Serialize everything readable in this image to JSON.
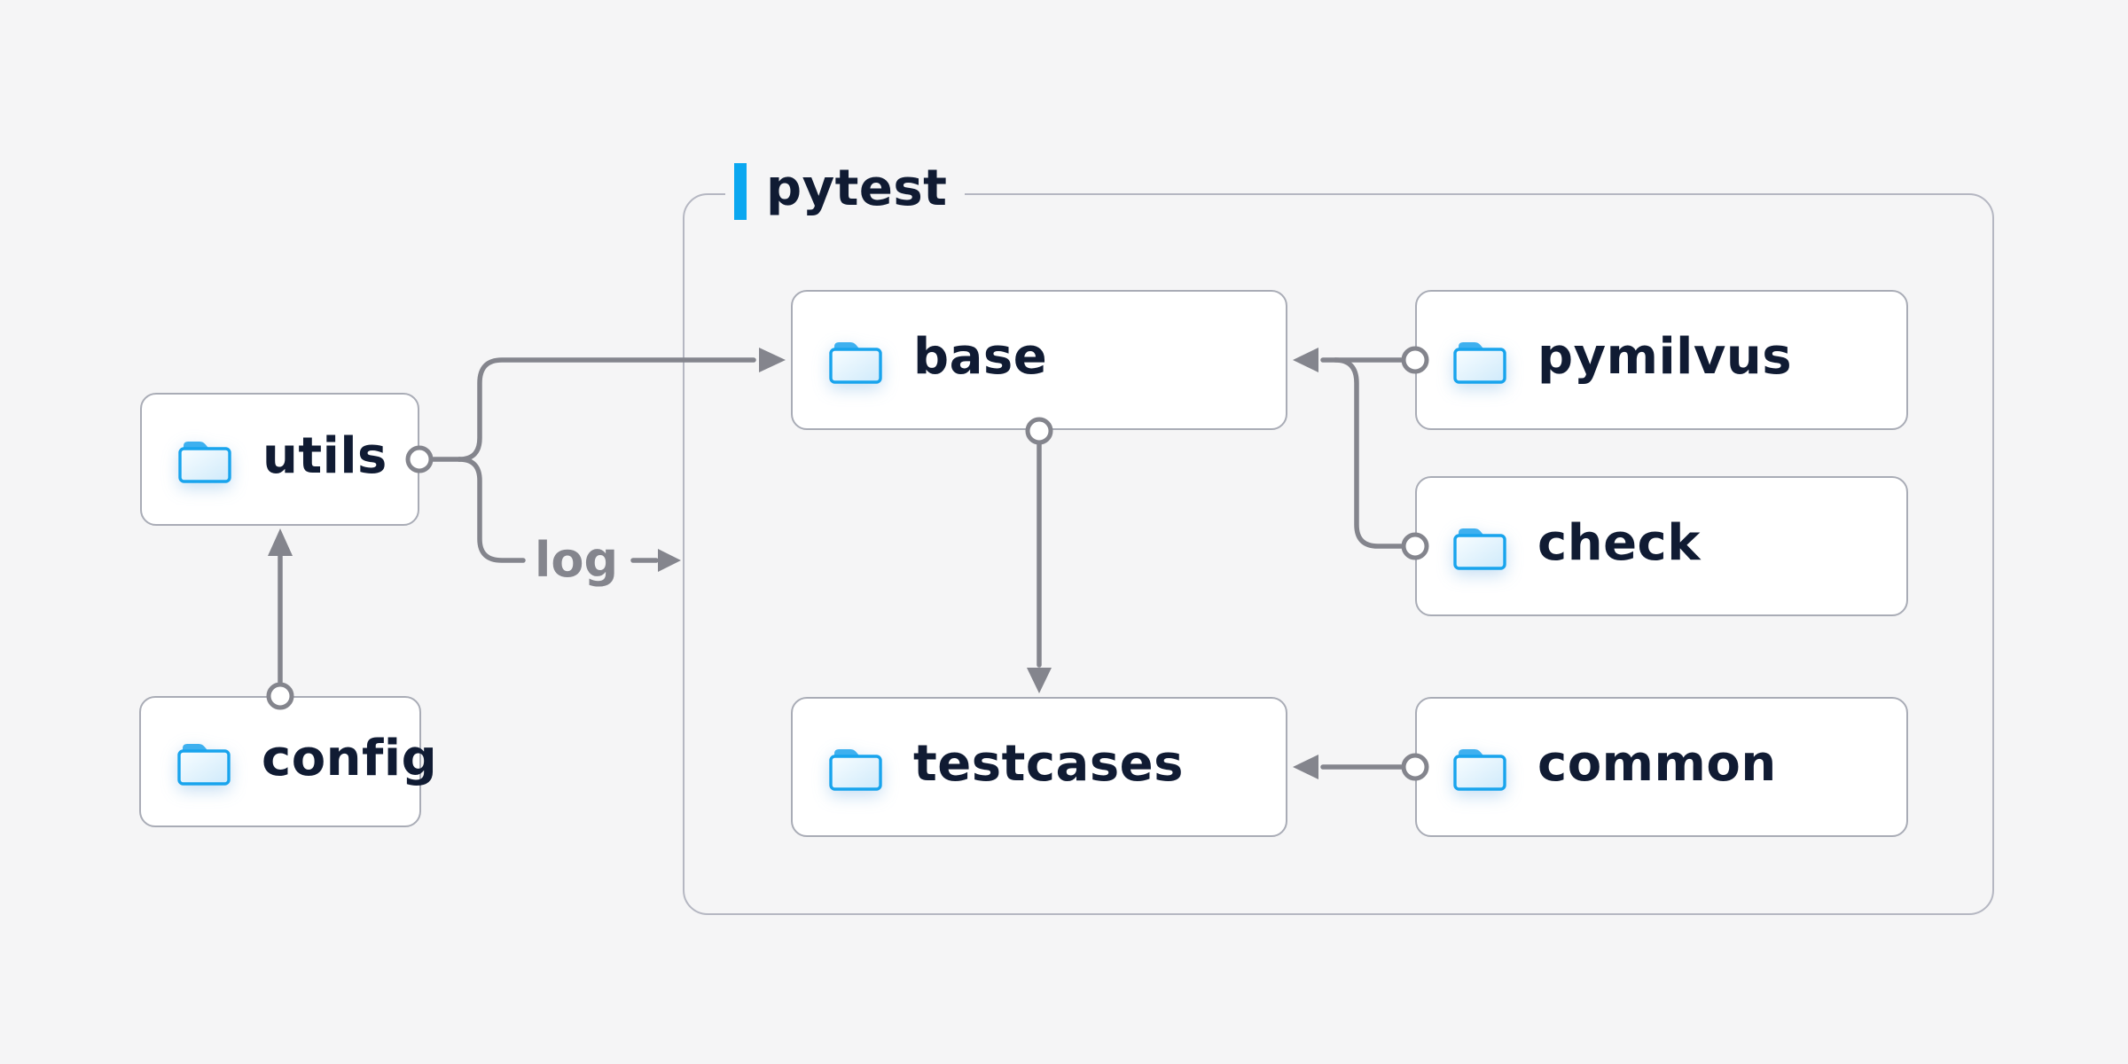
{
  "diagram": {
    "type": "architecture-folder-diagram",
    "background_color": "#f5f5f6",
    "group": {
      "label": "pytest",
      "accent_bar_color": "#0aa7f0",
      "border_color": "#b5b7c2"
    },
    "nodes": {
      "utils": {
        "label": "utils",
        "icon": "folder-icon",
        "inside_group": false
      },
      "config": {
        "label": "config",
        "icon": "folder-icon",
        "inside_group": false
      },
      "base": {
        "label": "base",
        "icon": "folder-icon",
        "inside_group": true
      },
      "pymilvus": {
        "label": "pymilvus",
        "icon": "folder-icon",
        "inside_group": true
      },
      "check": {
        "label": "check",
        "icon": "folder-icon",
        "inside_group": true
      },
      "testcases": {
        "label": "testcases",
        "icon": "folder-icon",
        "inside_group": true
      },
      "common": {
        "label": "common",
        "icon": "folder-icon",
        "inside_group": true
      }
    },
    "edges": {
      "log_label": "log",
      "connections": [
        {
          "from": "config",
          "to": "utils",
          "style": "arrow"
        },
        {
          "from": "utils",
          "to": "base",
          "style": "arrow"
        },
        {
          "from": "utils",
          "to": "pytest-group",
          "style": "arrow",
          "label": "log"
        },
        {
          "from": "pymilvus",
          "to": "base",
          "style": "arrow"
        },
        {
          "from": "check",
          "to": "base",
          "style": "arrow"
        },
        {
          "from": "base",
          "to": "testcases",
          "style": "arrow"
        },
        {
          "from": "common",
          "to": "testcases",
          "style": "arrow"
        }
      ],
      "line_color": "#84858d"
    },
    "colors": {
      "node_background": "#ffffff",
      "node_border": "#a9acb6",
      "node_text": "#101b33",
      "connector_gray": "#84858d",
      "folder_border_blue": "#18a4ed",
      "folder_tab_blue": "#3eb0ef",
      "folder_body_light": "#f8fdff",
      "folder_body_shade": "#cfeafb"
    }
  }
}
